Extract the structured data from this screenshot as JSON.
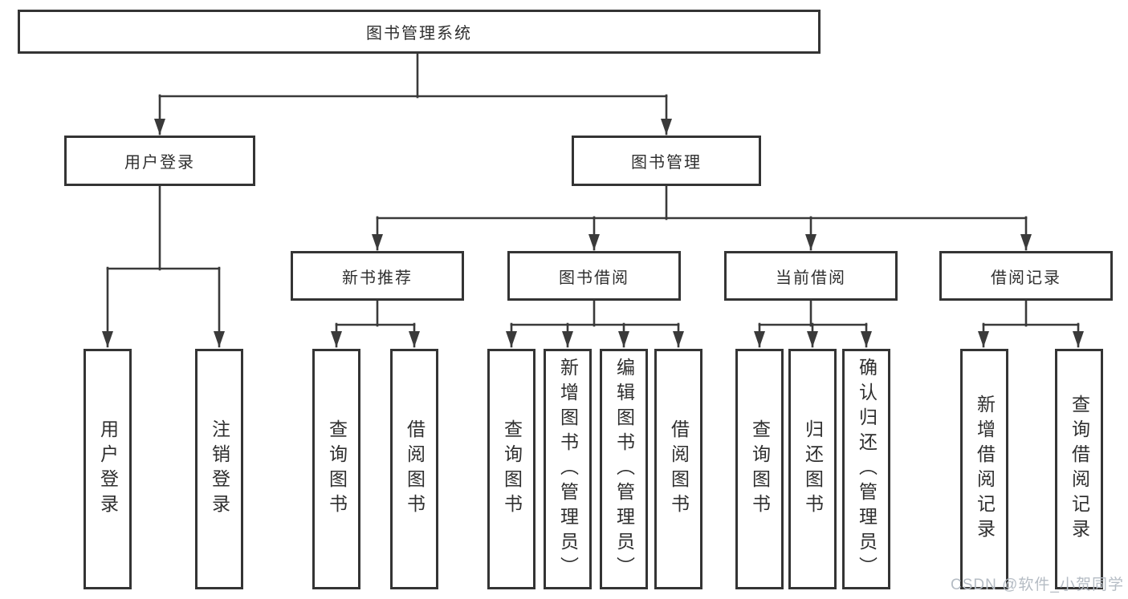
{
  "diagram": {
    "root": {
      "label": "图书管理系统"
    },
    "branches": [
      {
        "label": "用户登录",
        "children": [
          "用户登录",
          "注销登录"
        ]
      },
      {
        "label": "图书管理",
        "children": [
          {
            "label": "新书推荐",
            "children": [
              "查询图书",
              "借阅图书"
            ]
          },
          {
            "label": "图书借阅",
            "children": [
              "查询图书",
              "新增图书（管理员）",
              "编辑图书（管理员）",
              "借阅图书"
            ]
          },
          {
            "label": "当前借阅",
            "children": [
              "查询图书",
              "归还图书",
              "确认归还（管理员）"
            ]
          },
          {
            "label": "借阅记录",
            "children": [
              "新增借阅记录",
              "查询借阅记录"
            ]
          }
        ]
      }
    ]
  },
  "watermark": "CSDN @软件_小贺同学",
  "colors": {
    "line": "#3a3a3a",
    "border": "#343434",
    "text": "#2f2f2f",
    "watermark": "#b5bcc4",
    "background": "#ffffff"
  }
}
